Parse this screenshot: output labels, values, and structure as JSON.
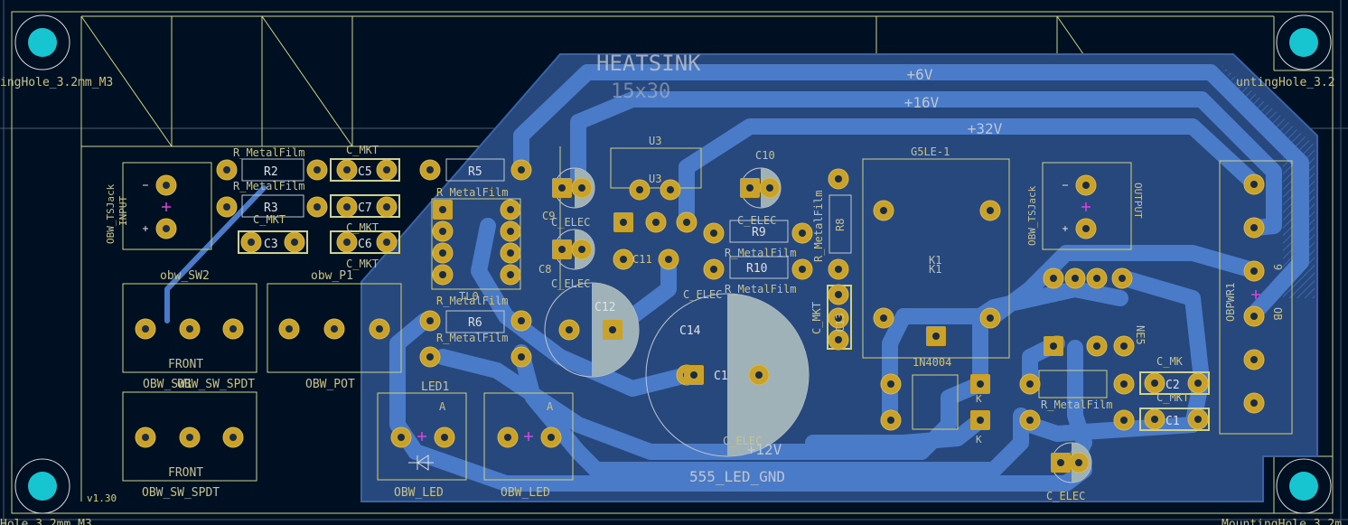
{
  "colors": {
    "background": "#001023",
    "edge_cuts": "#d0d27f",
    "grid": "#4a5a70",
    "copper_fill": "#27487d",
    "track": "#4a7bc8",
    "pad": "#c8a22a",
    "mounting_hole": "#17c5d0",
    "silk_text": "#bfc6d0",
    "courtyard_text": "#c8c28a",
    "cap_fill": "#9fb2b8"
  },
  "net_labels": {
    "v6": "+6V",
    "v16": "+16V",
    "v32": "+32V",
    "v12": "+12V",
    "led_gnd": "555_LED_GND"
  },
  "mounting_holes": {
    "tl": "ingHole_3.2mm_M3",
    "tr": "untingHole_3.2",
    "bl": "Hole_3.2mm_M3",
    "br": "MountingHole_3.2m"
  },
  "labels": {
    "heatsink": "HEATSINK",
    "heatsink_sub": "15x30",
    "version": "v1.30",
    "r2_val": "R_MetalFilm",
    "r2": "R2",
    "r3_val": "R_MetalFilm",
    "r3": "R3",
    "c3_val": "C_MKT",
    "c3": "C3",
    "c5_val": "C_MKT",
    "c5": "C5",
    "c7": "C7",
    "c6_val": "C_MKT",
    "c6": "C6",
    "c6_val2": "C_MKT",
    "r5": "R5",
    "r5_val": "R_MetalFilm",
    "tl_ic": "TL0",
    "r6_val": "R_MetalFilm",
    "r6": "R6",
    "r6_val2": "R_MetalFilm",
    "input_jack": "OBW_TSJack",
    "input": "INPUT",
    "sw2": "obw_SW2",
    "p1": "obw_P1",
    "front1": "FRONT",
    "sw_ref1": "OBW_SW1",
    "sw_val1": "OBW_SW_SPDT",
    "pot": "OBW_POT",
    "front2": "FRONT",
    "sw_val2": "OBW_SW_SPDT",
    "led1": "LED1",
    "led_l": "OBW_LED",
    "led_r": "OBW_LED",
    "c9": "C9",
    "c_elec1": "C_ELEC",
    "c8": "C8",
    "c_elec2": "C_ELEC",
    "u3": "U3",
    "u3b": "U3",
    "c11": "C11",
    "c12": "C12",
    "c14": "C14",
    "c14b": "C1",
    "c_elec3": "C_ELEC",
    "c10": "C10",
    "c_elec4": "C_ELEC",
    "r9": "R9",
    "r9_val": "R_MetalFilm",
    "r10": "R10",
    "r10_val": "R_MetalFilm",
    "r8": "R8",
    "r8_val": "R_MetalFilm",
    "c13": "C13",
    "c13_val": "C_MKT",
    "relay": "G5LE-1",
    "k1a": "K1",
    "k1b": "K1",
    "diode": "1N4004",
    "output_jack": "OBW_TSJack",
    "output": "OUTPUT",
    "ne": "NE5",
    "r_metal": "R_MetalFilm",
    "c2_val": "C_MK",
    "c2": "C2",
    "c1_val": "C_MKT",
    "c1": "C1",
    "c_elec5": "C_ELEC",
    "pwr": "OBPWR1",
    "ob": "OB",
    "nine": "9",
    "k_a": "K",
    "k_b": "K",
    "a_led1": "A",
    "a_led2": "A",
    "c_elec6": "C_ELEC"
  }
}
